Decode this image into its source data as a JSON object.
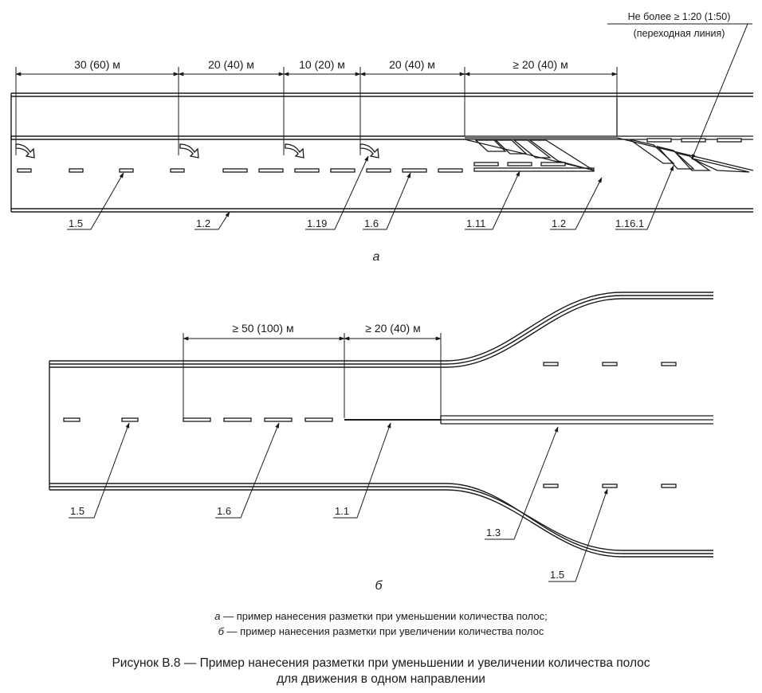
{
  "figure_a": {
    "sub_label": "а",
    "dims": [
      "30 (60) м",
      "20 (40) м",
      "10 (20) м",
      "20 (40) м",
      "≥ 20 (40) м"
    ],
    "note": {
      "line1": "Не более ≥ 1:20 (1:50)",
      "line2": "(переходная линия)"
    },
    "labels": [
      "1.5",
      "1.2",
      "1.19",
      "1.6",
      "1.11",
      "1.2",
      "1.16.1"
    ]
  },
  "figure_b": {
    "sub_label": "б",
    "dims": [
      "≥ 50 (100) м",
      "≥ 20 (40) м"
    ],
    "labels": [
      "1.5",
      "1.6",
      "1.1",
      "1.3",
      "1.5"
    ]
  },
  "legend": {
    "a_letter": "а",
    "a_text": " — пример нанесения разметки при уменьшении количества полос;",
    "b_letter": "б",
    "b_text": " — пример нанесения разметки при увеличении количества полос"
  },
  "caption": {
    "line1": "Рисунок В.8 — Пример нанесения разметки при уменьшении и увеличении количества полос",
    "line2": "для движения в одном направлении"
  }
}
